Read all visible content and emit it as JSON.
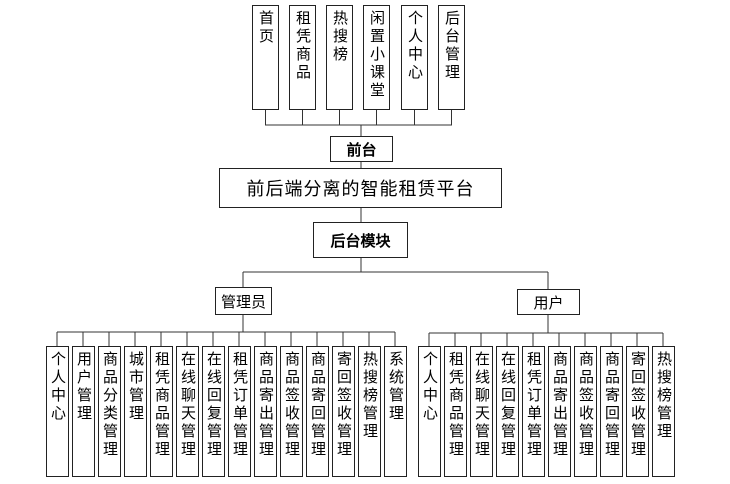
{
  "frontend_modules": [
    "首页",
    "租凭商品",
    "热搜榜",
    "闲置小课堂",
    "个人中心",
    "后台管理"
  ],
  "frontend_label": "前台",
  "system_title": "前后端分离的智能租赁平台",
  "backend_label": "后台模块",
  "admin": {
    "label": "管理员",
    "modules": [
      "个人中心",
      "用户管理",
      "商品分类管理",
      "城市管理",
      "租凭商品管理",
      "在线聊天管理",
      "在线回复管理",
      "租凭订单管理",
      "商品寄出管理",
      "商品签收管理",
      "商品寄回管理",
      "寄回签收管理",
      "热搜榜管理",
      "系统管理"
    ]
  },
  "user": {
    "label": "用户",
    "modules": [
      "个人中心",
      "租凭商品管理",
      "在线聊天管理",
      "在线回复管理",
      "租凭订单管理",
      "商品寄出管理",
      "商品签收管理",
      "商品寄回管理",
      "寄回签收管理",
      "热搜榜管理"
    ]
  }
}
